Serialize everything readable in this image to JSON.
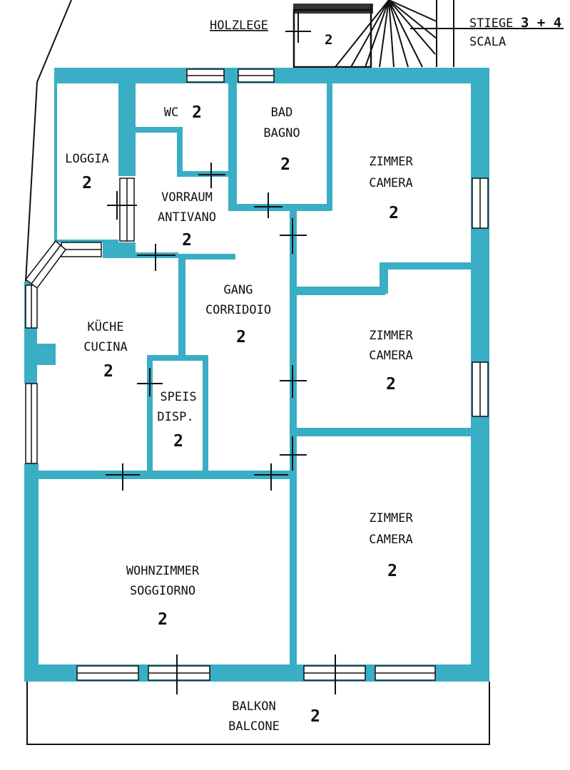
{
  "colors": {
    "wall": "#3aaec4",
    "line": "#111111",
    "window": "#ffffff"
  },
  "header": {
    "holzlege": "HOLZLEGE",
    "holzlege_num": "2",
    "stiege": "STIEGE",
    "stiege_num": "3 + 4",
    "scala": "SCALA"
  },
  "rooms": {
    "wc": {
      "label": "WC",
      "num": "2"
    },
    "bad": {
      "de": "BAD",
      "it": "BAGNO",
      "num": "2"
    },
    "loggia": {
      "label": "LOGGIA",
      "num": "2"
    },
    "vorraum": {
      "de": "VORRAUM",
      "it": "ANTIVANO",
      "num": "2"
    },
    "zimmer1": {
      "de": "ZIMMER",
      "it": "CAMERA",
      "num": "2"
    },
    "gang": {
      "de": "GANG",
      "it": "CORRIDOIO",
      "num": "2"
    },
    "kueche": {
      "de": "KÜCHE",
      "it": "CUCINA",
      "num": "2"
    },
    "zimmer2": {
      "de": "ZIMMER",
      "it": "CAMERA",
      "num": "2"
    },
    "speis": {
      "de": "SPEIS",
      "it": "DISP.",
      "num": "2"
    },
    "zimmer3": {
      "de": "ZIMMER",
      "it": "CAMERA",
      "num": "2"
    },
    "wohnzimmer": {
      "de": "WOHNZIMMER",
      "it": "SOGGIORNO",
      "num": "2"
    },
    "balkon": {
      "de": "BALKON",
      "it": "BALCONE",
      "num": "2"
    }
  }
}
